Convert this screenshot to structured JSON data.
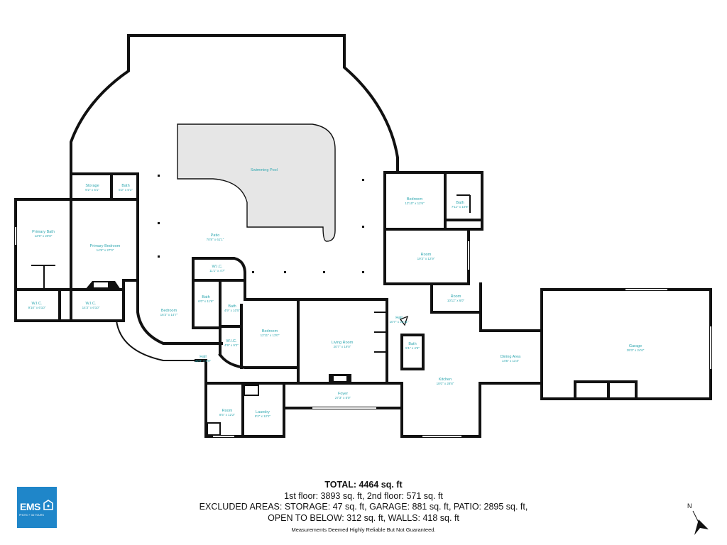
{
  "rooms": [
    {
      "id": "swimming-pool",
      "label": "Swimming Pool",
      "dims": ""
    },
    {
      "id": "patio",
      "label": "Patio",
      "dims": "70'8\" x 61'1\""
    },
    {
      "id": "storage",
      "label": "Storage",
      "dims": "9'2\" x 5'1\""
    },
    {
      "id": "bath-top-left",
      "label": "Bath",
      "dims": "5'2\" x 5'1\""
    },
    {
      "id": "primary-bath",
      "label": "Primary Bath",
      "dims": "12'9\" x 20'8\""
    },
    {
      "id": "primary-bedroom",
      "label": "Primary Bedroom",
      "dims": "14'8\" x 27'0\""
    },
    {
      "id": "wic-left",
      "label": "W.I.C.",
      "dims": "9'10\" x 6'10\""
    },
    {
      "id": "wic-primary",
      "label": "W.I.C.",
      "dims": "14'3\" x 6'10\""
    },
    {
      "id": "wic-center",
      "label": "W.I.C.",
      "dims": "11'1\" x 4'7\""
    },
    {
      "id": "bath-center-a",
      "label": "Bath",
      "dims": "6'0\" x 11'6\""
    },
    {
      "id": "bath-center-b",
      "label": "Bath",
      "dims": "4'9\" x 10'5\""
    },
    {
      "id": "bedroom-left",
      "label": "Bedroom",
      "dims": "16'3\" x 14'7\""
    },
    {
      "id": "wic-small",
      "label": "W.I.C.",
      "dims": "4'9\" x 9'2\""
    },
    {
      "id": "bedroom-center",
      "label": "Bedroom",
      "dims": "12'11\" x 13'0\""
    },
    {
      "id": "hall-left",
      "label": "Hall",
      "dims": "22'8\" x 5'0\""
    },
    {
      "id": "living-room",
      "label": "Living Room",
      "dims": "20'7\" x 19'0\""
    },
    {
      "id": "bedroom-right",
      "label": "Bedroom",
      "dims": "13'10\" x 12'6\""
    },
    {
      "id": "bath-right",
      "label": "Bath",
      "dims": "7'11\" x 10'8\""
    },
    {
      "id": "room-right",
      "label": "Room",
      "dims": "19'3\" x 12'9\""
    },
    {
      "id": "room-small",
      "label": "Room",
      "dims": "10'11\" x 6'0\""
    },
    {
      "id": "hall-center",
      "label": "Hall",
      "dims": "10'7\" x 22'11\""
    },
    {
      "id": "bath-kitchen",
      "label": "Bath",
      "dims": "5'1\" x 4'5\""
    },
    {
      "id": "kitchen",
      "label": "Kitchen",
      "dims": "18'0\" x 28'8\""
    },
    {
      "id": "dining-area",
      "label": "Dining Area",
      "dims": "14'5\" x 11'4\""
    },
    {
      "id": "garage",
      "label": "Garage",
      "dims": "39'3\" x 24'6\""
    },
    {
      "id": "foyer",
      "label": "Foyer",
      "dims": "27'3\" x 5'0\""
    },
    {
      "id": "room-bottom",
      "label": "Room",
      "dims": "8'5\" x 12'2\""
    },
    {
      "id": "laundry",
      "label": "Laundry",
      "dims": "9'2\" x 12'2\""
    }
  ],
  "summary": {
    "total": "TOTAL: 4464 sq. ft",
    "line1": "1st floor: 3893 sq. ft, 2nd floor: 571 sq. ft",
    "line2": "EXCLUDED AREAS: STORAGE: 47 sq. ft, GARAGE: 881 sq. ft, PATIO: 2895 sq. ft,",
    "line3": "OPEN TO BELOW: 312 sq. ft, WALLS: 418 sq. ft"
  },
  "disclaimer": "Measurements Deemed Highly Reliable But Not Guaranteed.",
  "logo": {
    "brand": "EMS",
    "tagline": "PHOTO + 3D TOURS",
    "icon": "house-logo-icon",
    "color": "#1f86c9"
  },
  "compass": {
    "label": "N",
    "icon": "north-arrow-icon"
  },
  "colors": {
    "pool_fill": "#e6e6e6",
    "label_color": "#2fa7b0",
    "walls": "#111111"
  }
}
